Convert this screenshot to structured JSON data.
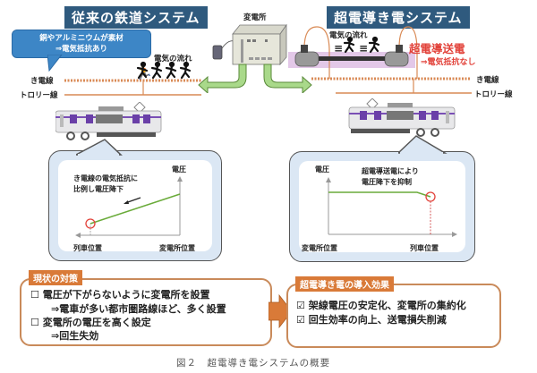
{
  "left_system": {
    "title": "従来の鉄道システム",
    "callout_line1": "銅やアルミニウムが素材",
    "callout_line2": "⇒電気抵抗あり",
    "flow_label": "電気の流れ",
    "feeder_label": "き電線",
    "trolley_label": "トロリー線",
    "chart": {
      "annotation_line1": "き電線の電気抵抗に",
      "annotation_line2": "比例し電圧降下",
      "y_label": "電圧",
      "x_left_label": "列車位置",
      "x_right_label": "変電所位置"
    }
  },
  "substation": {
    "label": "変電所"
  },
  "right_system": {
    "title": "超電導き電システム",
    "flow_label": "電気の流れ",
    "sc_title": "超電導送電",
    "sc_sub": "⇒電気抵抗なし",
    "feeder_label": "き電線",
    "trolley_label": "トロリー線",
    "chart": {
      "annotation_line1": "超電導送電により",
      "annotation_line2": "電圧降下を抑制",
      "y_label": "電圧",
      "x_left_label": "変電所位置",
      "x_right_label": "列車位置"
    }
  },
  "current_measures": {
    "tag": "現状の対策",
    "items": [
      {
        "check": "☐",
        "text": "電圧が下がらないように変電所を設置",
        "sub": "⇒電車が多い都市圏路線ほど、多く設置"
      },
      {
        "check": "☐",
        "text": "変電所の電圧を高く設定",
        "sub": "⇒回生失効"
      }
    ]
  },
  "effects": {
    "tag": "超電導き電の導入効果",
    "items": [
      {
        "check": "☑",
        "text": "架線電圧の安定化、変電所の集約化"
      },
      {
        "check": "☑",
        "text": "回生効率の向上、送電損失削減"
      }
    ]
  },
  "caption": "図２　超電導き電システムの概要",
  "colors": {
    "title_bg": "#2f5a7e",
    "callout_blue": "#3d86c6",
    "wire_orange": "#d98a55",
    "arrow_green": "#a9d98a",
    "chart_line_green": "#6aab3a",
    "highlight_red": "#e2423a",
    "orange_tag": "#d97a38",
    "panel_blue": "#dbe7f4",
    "sc_cable_purple": "#e3c8e8"
  }
}
